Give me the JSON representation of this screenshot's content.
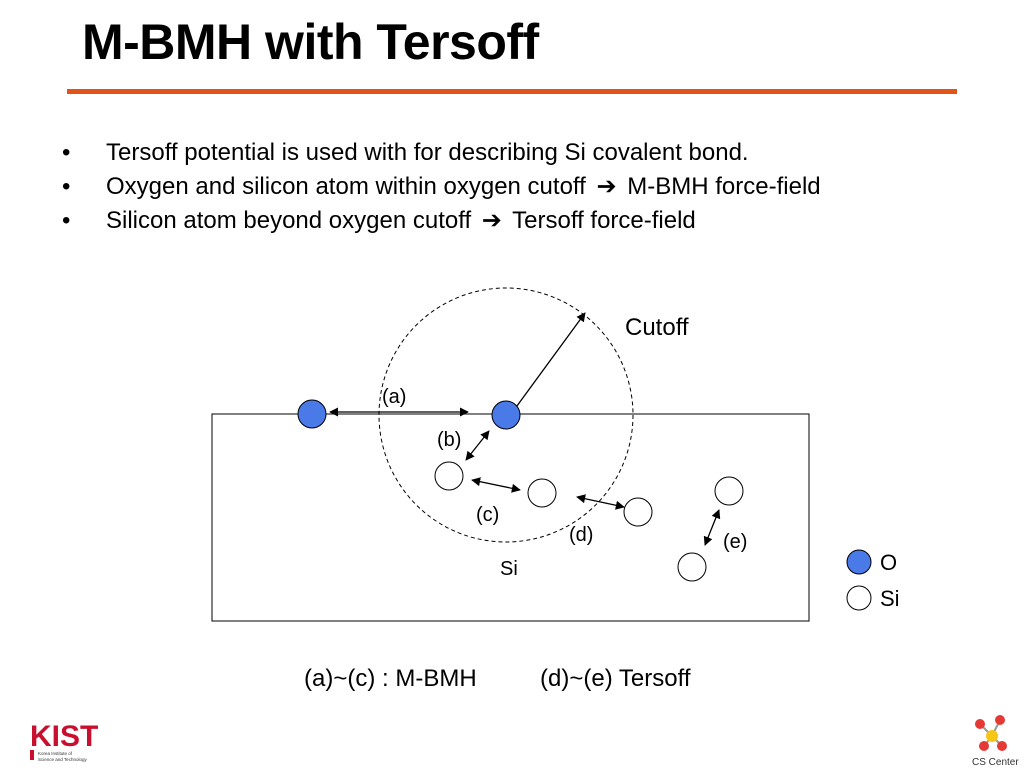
{
  "slide": {
    "title": "M-BMH with Tersoff",
    "bullets": [
      {
        "text": "Tersoff potential is used with for describing Si covalent bond."
      },
      {
        "pre": "Oxygen and silicon atom within oxygen cutoff",
        "arrow": "➔",
        "post": "M-BMH force-field"
      },
      {
        "pre": "Silicon atom beyond oxygen cutoff",
        "arrow": "➔",
        "post": "Tersoff force-field"
      }
    ],
    "bullet_glyph": "•"
  },
  "diagram": {
    "cutoff_label": "Cutoff",
    "labels": {
      "a": "(a)",
      "b": "(b)",
      "c": "(c)",
      "d": "(d)",
      "e": "(e)",
      "si": "Si"
    },
    "legend": {
      "o": "O",
      "si": "Si"
    },
    "caption_left": "(a)~(c) : M-BMH",
    "caption_right": "(d)~(e) Tersoff",
    "colors": {
      "oxygen": "#4a7ae8",
      "silicon": "#ffffff",
      "stroke": "#000000",
      "accent_rule": "#e0541a"
    }
  },
  "logos": {
    "left_mark": "KIST",
    "left_small": "Korea Institute of Science and Technology",
    "right_text": "CS Center"
  }
}
